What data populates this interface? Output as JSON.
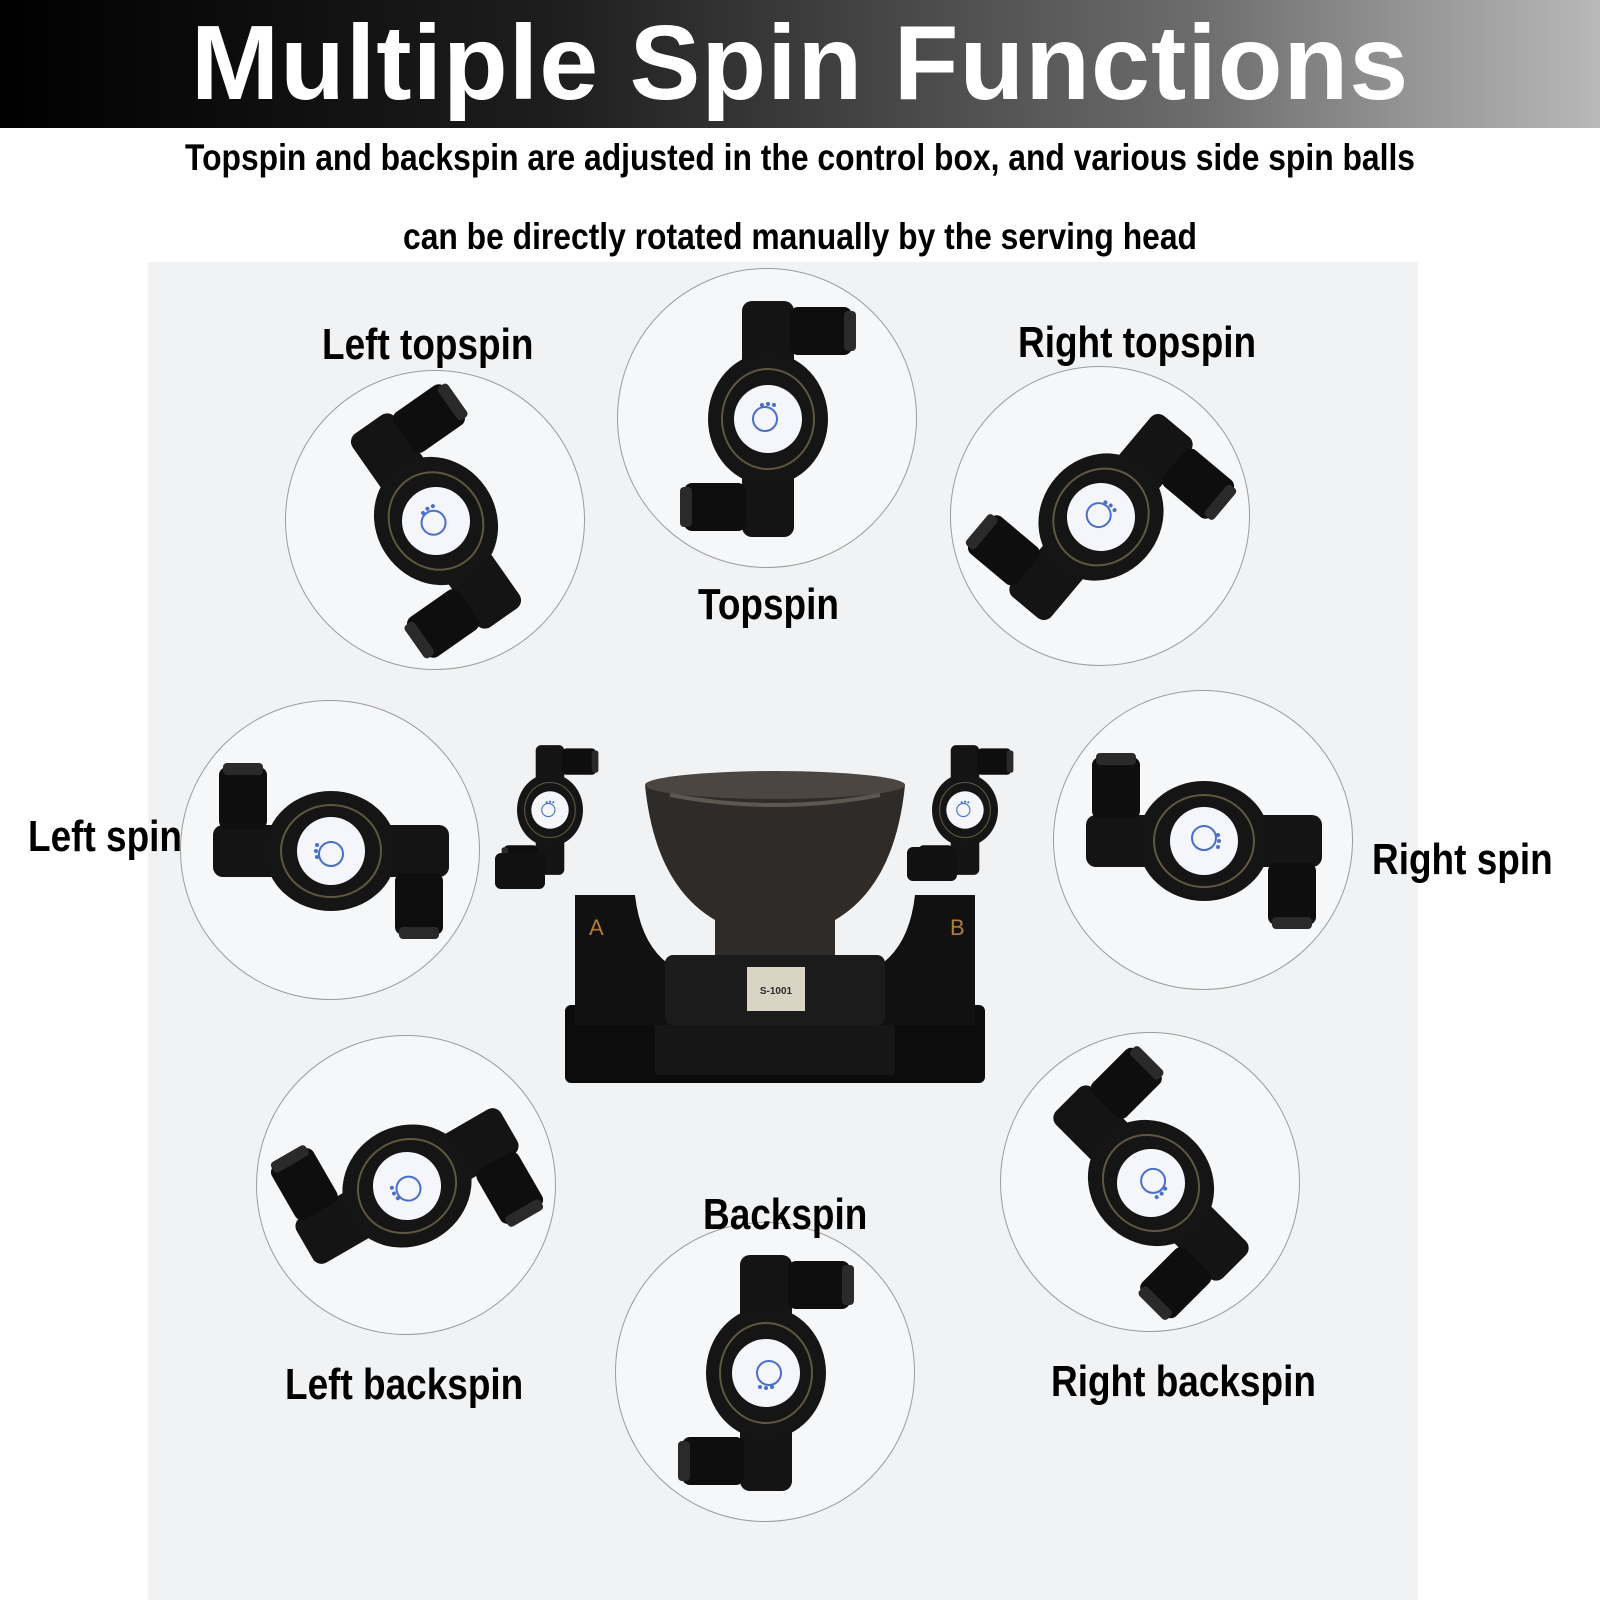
{
  "header": {
    "title": "Multiple Spin Functions"
  },
  "subtitle": {
    "line1": "Topspin and backspin are adjusted in the control box, and various side spin balls",
    "line2": "can be directly rotated manually by the serving head"
  },
  "spins": {
    "left_topspin": "Left topspin",
    "topspin": "Topspin",
    "right_topspin": "Right topspin",
    "left_spin": "Left spin",
    "right_spin": "Right spin",
    "left_backspin": "Left backspin",
    "backspin": "Backspin",
    "right_backspin": "Right backspin"
  },
  "machine": {
    "head_a": "A",
    "head_b": "B",
    "model": "S-1001"
  },
  "icons": [
    "serving-head-icon",
    "ball-machine-icon"
  ],
  "colors": {
    "banner_start": "#000000",
    "banner_end": "#b9b9b9",
    "head": "#121212",
    "ball": "#f4f6fb"
  }
}
